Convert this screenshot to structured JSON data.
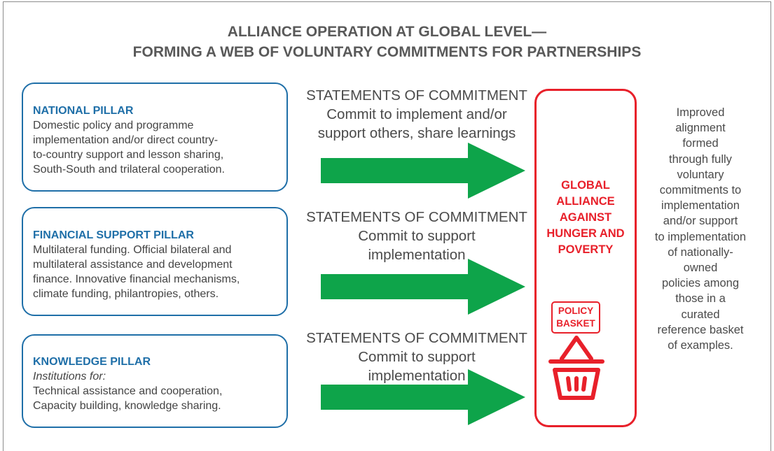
{
  "title": {
    "line1": "ALLIANCE OPERATION AT GLOBAL LEVEL—",
    "line2": "FORMING A WEB OF VOLUNTARY COMMITMENTS FOR PARTNERSHIPS"
  },
  "pillars": [
    {
      "heading": "NATIONAL PILLAR",
      "lines": [
        "Domestic policy and programme",
        "implementation and/or direct  country-",
        "to-country support and lesson sharing,",
        "South-South and trilateral cooperation."
      ]
    },
    {
      "heading": "FINANCIAL SUPPORT PILLAR",
      "lines": [
        "Multilateral funding. Official bilateral and",
        "multilateral assistance and development",
        "finance. Innovative financial mechanisms,",
        "climate funding, philantropies, others."
      ]
    },
    {
      "heading": "KNOWLEDGE PILLAR",
      "italic_line": "Institutions for:",
      "lines": [
        "Technical assistance and cooperation,",
        "Capacity building, knowledge sharing."
      ]
    }
  ],
  "statements": [
    {
      "lines": [
        "STATEMENTS OF COMMITMENT",
        "Commit to implement and/or",
        "support others, share learnings"
      ]
    },
    {
      "lines": [
        "STATEMENTS OF COMMITMENT",
        "Commit to support",
        "implementation"
      ]
    },
    {
      "lines": [
        "STATEMENTS OF COMMITMENT",
        "Commit to support",
        "implementation"
      ]
    }
  ],
  "alliance": {
    "lines": [
      "GLOBAL",
      "ALLIANCE",
      "AGAINST",
      "HUNGER AND",
      "POVERTY"
    ],
    "basket_label": [
      "POLICY",
      "BASKET"
    ]
  },
  "side_text": [
    "Improved",
    "alignment",
    "formed",
    "through fully",
    "voluntary",
    "commitments to",
    "implementation",
    "and/or support",
    "to implementation",
    "of nationally-",
    "owned",
    "policies among",
    "those in a",
    "curated",
    "reference basket",
    "of examples."
  ],
  "colors": {
    "pillar_blue": "#1f6fa8",
    "arrow_green": "#0ea44a",
    "alliance_red": "#e8202a"
  },
  "icons": [
    "arrow-right-icon",
    "shopping-basket-icon"
  ]
}
